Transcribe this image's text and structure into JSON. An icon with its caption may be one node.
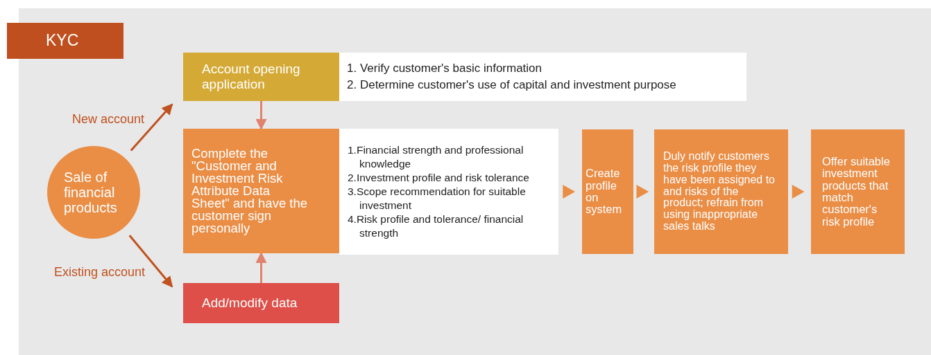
{
  "diagram": {
    "nodes": [
      {
        "text": [
          "KYC"
        ]
      },
      {
        "text": [
          "Sale of financial products"
        ]
      },
      {
        "text": [
          "Account opening application"
        ]
      },
      {
        "text": [
          "1. Verify customer's basic information",
          "2. Determine customer's use of capital and investment purpose"
        ]
      },
      {
        "text": [
          "Complete the \"Customer and Investment Risk Attribute Data Sheet\" and have the customer sign personally"
        ]
      },
      {
        "text": [
          "1.Financial strength and professional knowledge",
          "2.Investment profile and risk tolerance",
          "3.Scope recommendation for suitable investment",
          "4.Risk profile and tolerance/ financial strength"
        ]
      },
      {
        "text": [
          "Add/modify data"
        ]
      },
      {
        "text": [
          "Create profile on system"
        ]
      },
      {
        "text": [
          "Duly notify customers the risk profile they have been assigned to and risks of the product; refrain from using inappropriate sales talks"
        ]
      },
      {
        "text": [
          "Offer suitable investment products that match customer's risk profile"
        ]
      }
    ],
    "edges": [
      {
        "from": 1,
        "to": 2,
        "arrow": "to",
        "label": "New account",
        "color": "#c0521f"
      },
      {
        "from": 1,
        "to": 6,
        "arrow": "to",
        "label": "Existing account",
        "color": "#c0521f"
      },
      {
        "from": 2,
        "to": 4,
        "arrow": "to",
        "color": "#e0826e"
      },
      {
        "from": 6,
        "to": 4,
        "arrow": "to",
        "color": "#e0826e"
      },
      {
        "from": 5,
        "to": 7,
        "arrow": "to"
      },
      {
        "from": 7,
        "to": 8,
        "arrow": "to"
      },
      {
        "from": 8,
        "to": 9,
        "arrow": "to"
      }
    ]
  }
}
